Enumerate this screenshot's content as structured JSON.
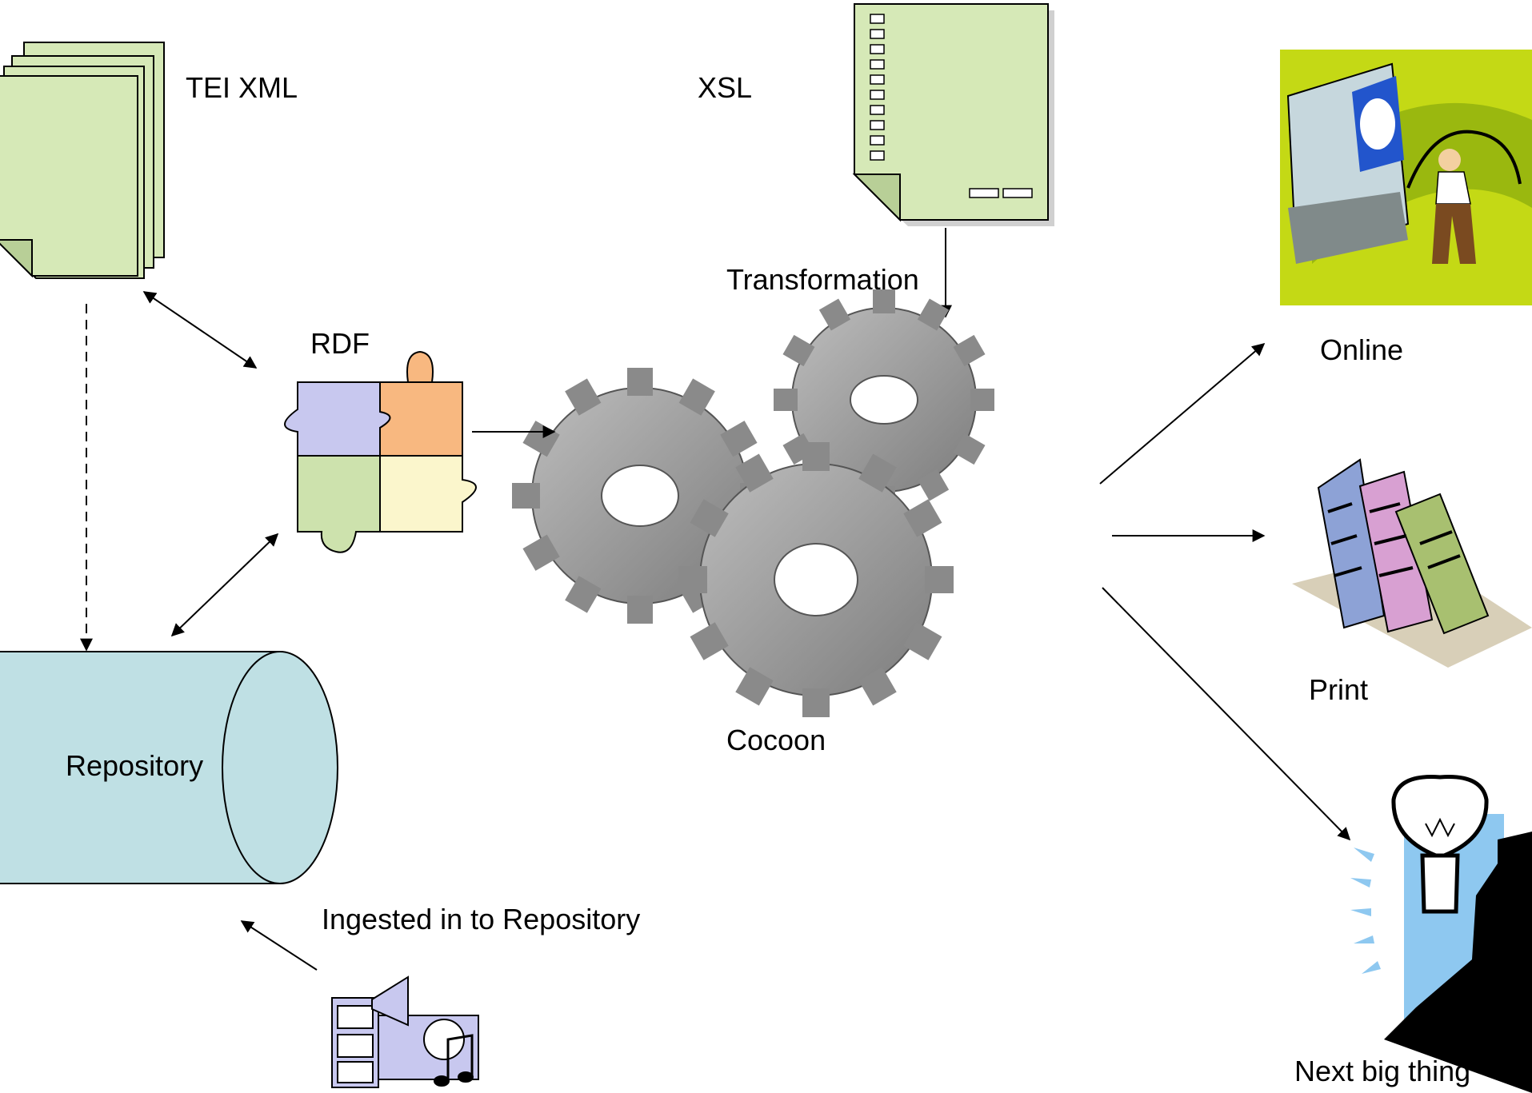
{
  "labels": {
    "tei_xml": "TEI XML",
    "xsl": "XSL",
    "transformation": "Transformation",
    "rdf": "RDF",
    "cocoon": "Cocoon",
    "repository": "Repository",
    "ingested": "Ingested in to Repository",
    "online": "Online",
    "print": "Print",
    "next_big_thing": "Next big thing"
  },
  "icons": {
    "tei_xml": "stacked-documents-icon",
    "xsl": "checklist-document-icon",
    "rdf": "puzzle-pieces-icon",
    "cocoon": "gears-icon",
    "repository": "cylinder-database-icon",
    "media": "multimedia-icon",
    "online": "computer-user-icon",
    "print": "books-icon",
    "next_big_thing": "lightbulb-icon"
  },
  "colors": {
    "document_fill": "#d6e9b7",
    "repository_fill": "#bfe0e4",
    "gear_fill": "#9a9a9a",
    "online_background": "#c4d915",
    "lightbulb_background": "#8ec8f0"
  }
}
